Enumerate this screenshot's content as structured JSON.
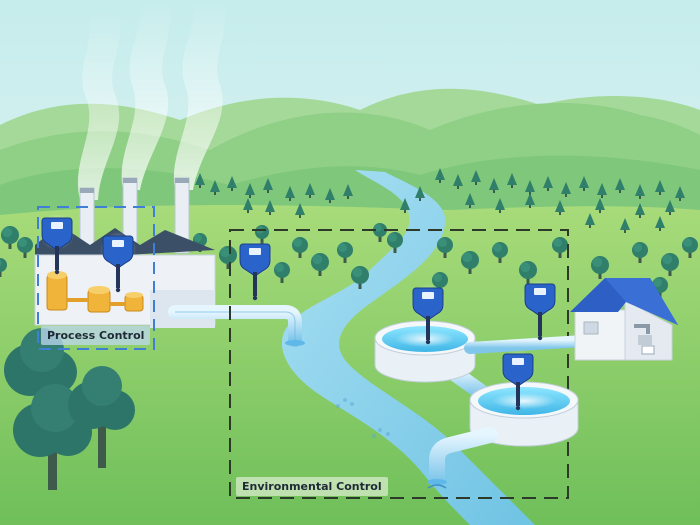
{
  "labels": {
    "process_control": "Process Control",
    "environmental_control": "Environmental Control"
  },
  "colors": {
    "sky": "#d9f2f1",
    "hills": "#8ccf8a",
    "grass": "#8fcf6a",
    "river": "#8fd4ec",
    "water": "#6fd0f0",
    "trees": "#2f7f6a",
    "sensor_blue": "#2a63c9",
    "roof_blue": "#2d5fc4",
    "factory_wall": "#eef2f6",
    "factory_roof": "#3b4f66",
    "tank_yellow": "#f0b43a",
    "process_frame": "#3f7fd6",
    "environment_frame": "#2d3a2a"
  },
  "icons": [
    "factory",
    "chimney-smoke",
    "water-sensor",
    "treatment-basin",
    "house",
    "water-tap",
    "river",
    "tree",
    "pipe"
  ]
}
